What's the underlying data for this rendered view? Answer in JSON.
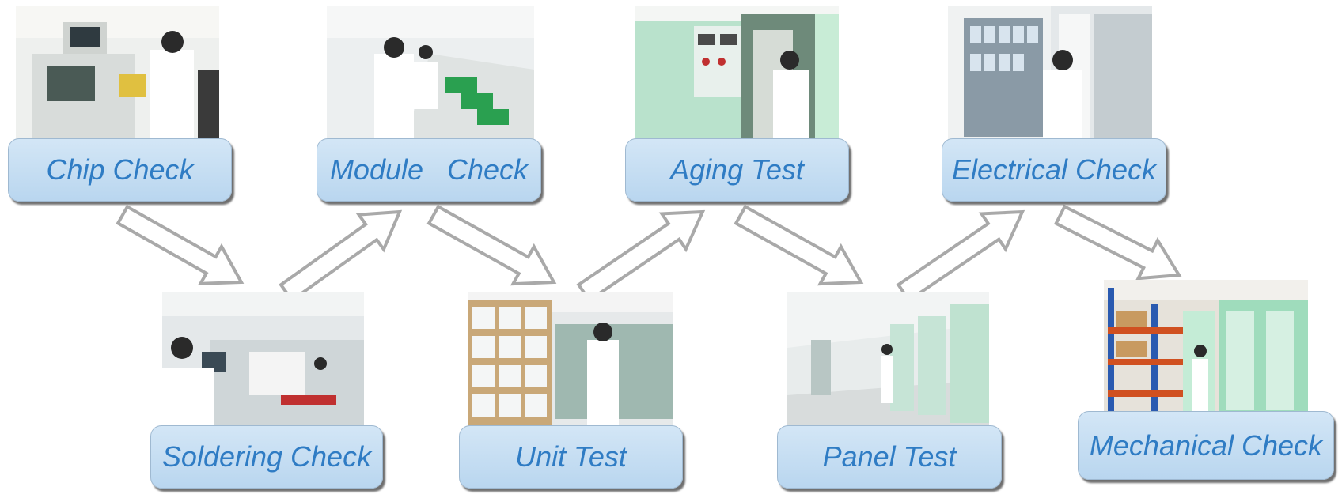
{
  "steps": [
    {
      "label": "Chip Check",
      "row": "top"
    },
    {
      "label": "Soldering Check",
      "row": "bottom"
    },
    {
      "label": "Module   Check",
      "row": "top"
    },
    {
      "label": "Unit Test",
      "row": "bottom"
    },
    {
      "label": "Aging Test",
      "row": "top"
    },
    {
      "label": "Panel Test",
      "row": "bottom"
    },
    {
      "label": "Electrical Check",
      "row": "top"
    },
    {
      "label": "Mechanical Check",
      "row": "bottom"
    }
  ],
  "flow": [
    {
      "from": "Chip Check",
      "to": "Soldering Check"
    },
    {
      "from": "Soldering Check",
      "to": "Module   Check"
    },
    {
      "from": "Module   Check",
      "to": "Unit Test"
    },
    {
      "from": "Unit Test",
      "to": "Aging Test"
    },
    {
      "from": "Aging Test",
      "to": "Panel Test"
    },
    {
      "from": "Panel Test",
      "to": "Electrical Check"
    },
    {
      "from": "Electrical Check",
      "to": "Mechanical Check"
    }
  ],
  "colors": {
    "label_text": "#2f7cc4",
    "label_fill": "#c4ddf2",
    "arrow_stroke": "#a9a9a9",
    "arrow_fill": "#ffffff"
  }
}
